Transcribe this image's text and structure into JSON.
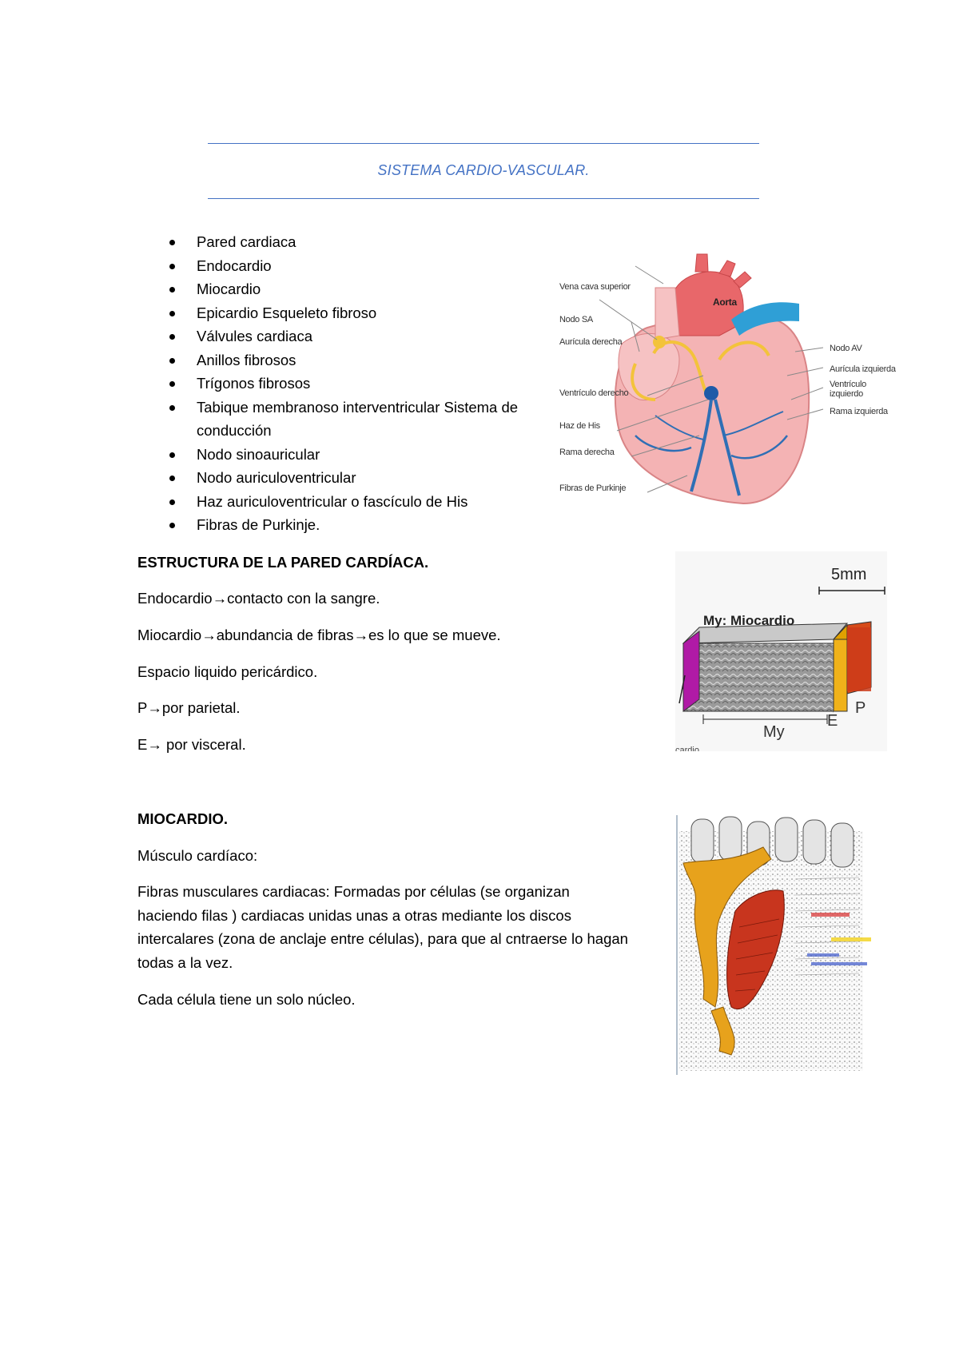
{
  "header": {
    "title": "SISTEMA CARDIO-VASCULAR."
  },
  "bullets": [
    "Pared cardiaca",
    "Endocardio",
    "Miocardio",
    "Epicardio Esqueleto fibroso",
    "Válvules cardiaca",
    "Anillos fibrosos",
    "Trígonos fibrosos",
    "Tabique membranoso interventricular Sistema de conducción",
    "Nodo sinoauricular",
    "Nodo auriculoventricular",
    "Haz auriculoventricular o fascículo de His",
    "Fibras de Purkinje."
  ],
  "heart_figure": {
    "labels": {
      "vena_cava": "Vena cava superior",
      "aorta": "Aorta",
      "nodo_sa": "Nodo SA",
      "auricula_derecha": "Aurícula derecha",
      "ventriculo_derecho": "Ventrículo derecho",
      "haz_his": "Haz de His",
      "rama_derecha": "Rama derecha",
      "fibras_purkinje": "Fibras de Purkinje",
      "nodo_av": "Nodo AV",
      "auricula_izquierda": "Aurícula izquierda",
      "ventriculo_izquierdo_1": "Ventrículo",
      "ventriculo_izquierdo_2": "izquierdo",
      "rama_izquierda": "Rama izquierda"
    }
  },
  "pared": {
    "heading": "ESTRUCTURA DE LA PARED CARDÍACA.",
    "lines": [
      "Endocardio→contacto con la sangre.",
      "Miocardio→abundancia de fibras→es lo que se mueve.",
      "Espacio liquido pericárdico.",
      "P→por parietal.",
      "E→ por visceral."
    ],
    "figure": {
      "scale": "5mm",
      "title": "My: Miocardio",
      "my": "My",
      "e": "E",
      "p": "P",
      "cut": "cardio"
    }
  },
  "miocardio": {
    "heading": "MIOCARDIO.",
    "subheading": "Músculo cardíaco:",
    "paragraph": "Fibras musculares cardiacas: Formadas por células (se organizan haciendo filas ) cardiacas unidas unas a otras mediante los discos intercalares (zona de anclaje entre células), para que al cntraerse lo hagan todas a la vez.",
    "nucleo": " Cada célula tiene un solo núcleo."
  },
  "colors": {
    "accent": "#4472c4",
    "heart_red": "#e8676a",
    "vein_blue": "#2f9fd6",
    "conduction_yellow": "#f3c33b"
  }
}
